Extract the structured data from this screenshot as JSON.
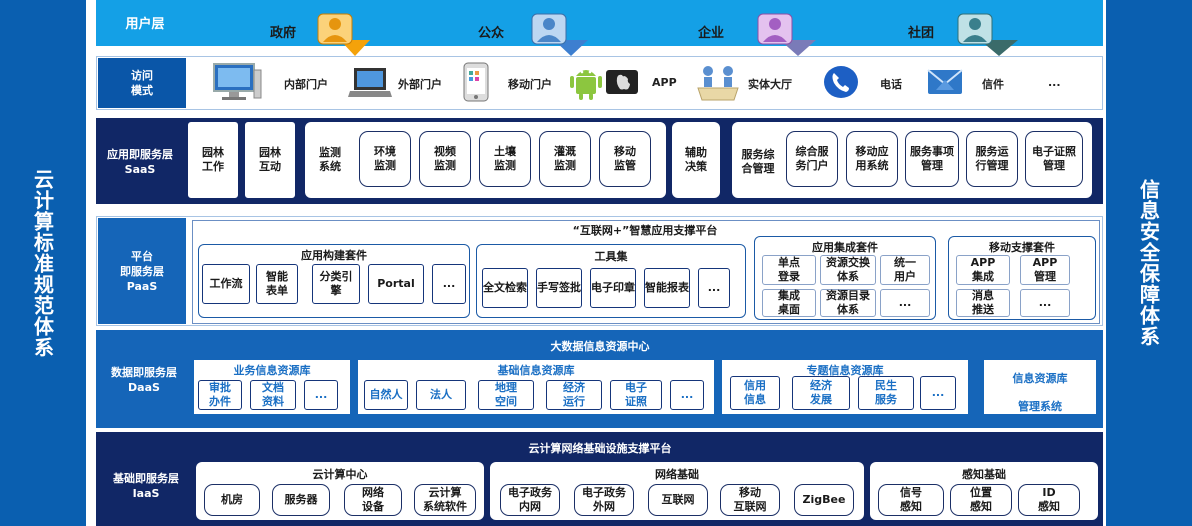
{
  "side": {
    "left": "云计算标准规范体系",
    "right": "信息安全保障体系"
  },
  "user_layer": {
    "label": "用户层",
    "users": [
      "政府",
      "公众",
      "企业",
      "社团"
    ]
  },
  "access": {
    "label": "访问\n模式",
    "items": [
      {
        "icon": "desktop-monitor-icon",
        "label": "内部门户"
      },
      {
        "icon": "laptop-icon",
        "label": "外部门户"
      },
      {
        "icon": "smartphone-icon",
        "label": "移动门户"
      },
      {
        "icon": "android-apple-icon",
        "label": "APP"
      },
      {
        "icon": "service-hall-icon",
        "label": "实体大厅"
      },
      {
        "icon": "phone-icon",
        "label": "电话"
      },
      {
        "icon": "mail-icon",
        "label": "信件"
      },
      {
        "icon": "",
        "label": "..."
      }
    ]
  },
  "saas": {
    "label": "应用即服务层\nSaaS",
    "items": [
      "园林\n工作",
      "园林\n互动"
    ],
    "monitor_title": "监测\n系统",
    "monitor_items": [
      "环境\n监测",
      "视频\n监测",
      "土壤\n监测",
      "灌溉\n监测",
      "移动\n监管"
    ],
    "aux": "辅助\n决策",
    "service_title": "服务综\n合管理",
    "service_items": [
      "综合服\n务门户",
      "移动应\n用系统",
      "服务事项\n管理",
      "服务运\n行管理",
      "电子证照\n管理"
    ]
  },
  "paas": {
    "label": "平台\n即服务层\nPaaS",
    "title": "“互联网+”智慧应用支撑平台",
    "build": {
      "title": "应用构建套件",
      "items": [
        "工作流",
        "智能\n表单",
        "分类引\n擎",
        "Portal",
        "..."
      ]
    },
    "tools": {
      "title": "工具集",
      "items": [
        "全文检索",
        "手写签批",
        "电子印章",
        "智能报表",
        "..."
      ]
    },
    "integ": {
      "title": "应用集成套件",
      "items": [
        "单点\n登录",
        "资源交换\n体系",
        "统一\n用户",
        "集成\n桌面",
        "资源目录\n体系",
        "..."
      ]
    },
    "mobile": {
      "title": "移动支撑套件",
      "items": [
        "APP\n集成",
        "APP\n管理",
        "消息\n推送",
        "..."
      ]
    }
  },
  "daas": {
    "label": "数据即服务层\nDaaS",
    "title": "大数据信息资源中心",
    "biz": {
      "title": "业务信息资源库",
      "items": [
        "审批\n办件",
        "文档\n资料",
        "..."
      ]
    },
    "base": {
      "title": "基础信息资源库",
      "items": [
        "自然人",
        "法人",
        "地理\n空间",
        "经济\n运行",
        "电子\n证照",
        "..."
      ]
    },
    "topic": {
      "title": "专题信息资源库",
      "items": [
        "信用\n信息",
        "经济\n发展",
        "民生\n服务",
        "..."
      ]
    },
    "mgmt": [
      "信息资源库",
      "管理系统"
    ]
  },
  "iaas": {
    "label": "基础即服务层\nIaaS",
    "title": "云计算网络基础设施支撑平台",
    "cloud": {
      "title": "云计算中心",
      "items": [
        "机房",
        "服务器",
        "网络\n设备",
        "云计算\n系统软件"
      ]
    },
    "net": {
      "title": "网络基础",
      "items": [
        "电子政务\n内网",
        "电子政务\n外网",
        "互联网",
        "移动\n互联网",
        "ZigBee"
      ]
    },
    "sense": {
      "title": "感知基础",
      "items": [
        "信号\n感知",
        "位置\n感知",
        "ID\n感知"
      ]
    }
  },
  "colors": {
    "side": "#0a5fb0",
    "user_band": "#14a0e6",
    "layer_label": "#0a56a8",
    "saas_band": "#112766",
    "daas_band": "#1565b8",
    "iaas_band": "#112766"
  }
}
